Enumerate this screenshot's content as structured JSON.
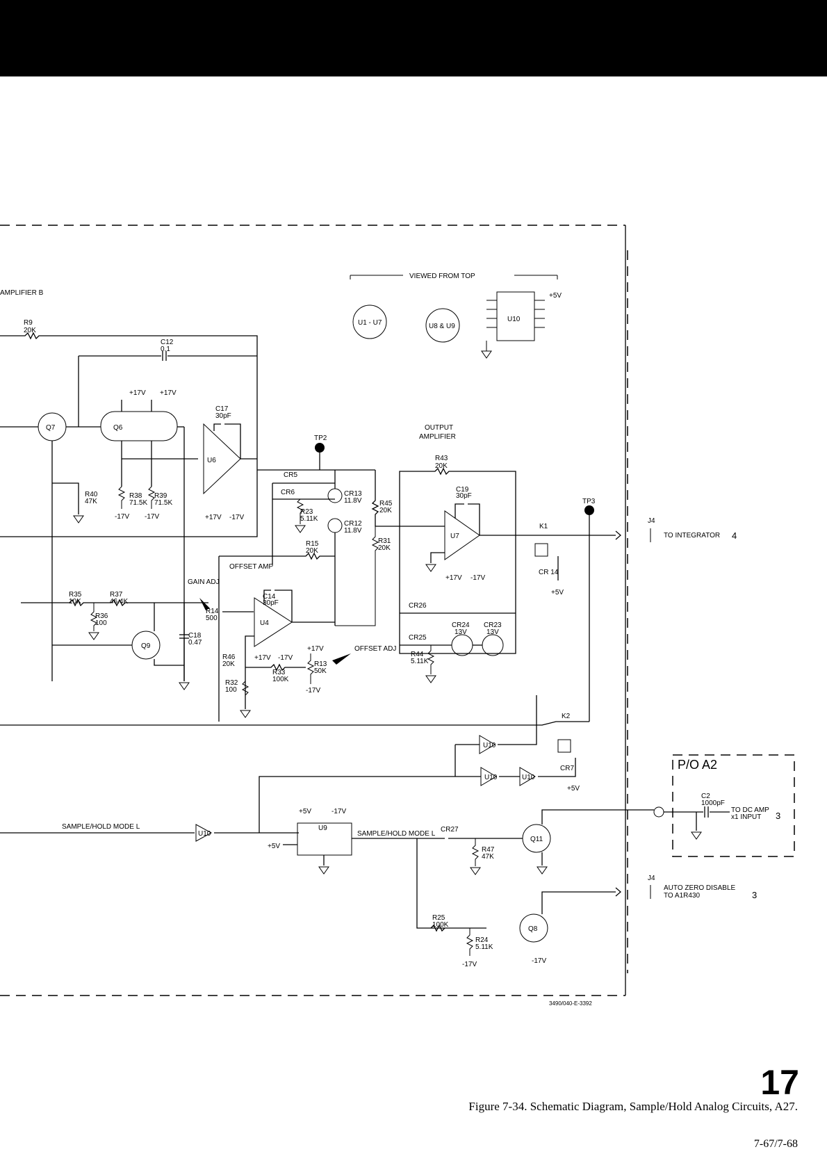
{
  "section_labels": {
    "amplifier": "AMPLIFIER  B",
    "viewed_from_top": "VIEWED  FROM  TOP",
    "output_amplifier_1": "OUTPUT",
    "output_amplifier_2": "AMPLIFIER",
    "offset_amp": "OFFSET  AMP",
    "gain_adj": "GAIN ADJ",
    "offset_adj": "OFFSET ADJ",
    "sample_hold_mode_1": "SAMPLE/HOLD  MODE  L",
    "sample_hold_mode_2": "SAMPLE/HOLD  MODE  L",
    "po_a2": "P/O A2",
    "drawing_number": "3490/040-E-3392"
  },
  "packages": {
    "u1_u7": "U1 - U7",
    "u8_u9": "U8 & U9",
    "u10": "U10",
    "plus5v": "+5V"
  },
  "components": {
    "r9": "R9",
    "r9_val": "20K",
    "c12": "C12",
    "c12_val": "0.1",
    "c17": "C17",
    "c17_val": "30pF",
    "q6": "Q6",
    "q7": "Q7",
    "u6": "U6",
    "r38": "R38",
    "r38_val": "71.5K",
    "r39": "R39",
    "r39_val": "71.5K",
    "r40": "R40",
    "r40_val": "47K",
    "tp2": "TP2",
    "tp3": "TP3",
    "cr5": "CR5",
    "cr6": "CR6",
    "cr13": "CR13",
    "cr13_val": "11.8V",
    "cr12": "CR12",
    "cr12_val": "11.8V",
    "r23": "R23",
    "r23_val": "5.11K",
    "r15": "R15",
    "r15_val": "20K",
    "r45": "R45",
    "r45_val": "20K",
    "r31": "R31",
    "r31_val": "20K",
    "r43": "R43",
    "r43_val": "20K",
    "c19": "C19",
    "c19_val": "30pF",
    "u7": "U7",
    "k1": "K1",
    "k2": "K2",
    "cr14": "CR 14",
    "r35": "R35",
    "r35_val": "10K",
    "r37": "R37",
    "r37_val": "46.4K",
    "r36": "R36",
    "r36_val": "100",
    "q9": "Q9",
    "c18": "C18",
    "c18_val": "0.47",
    "r14": "R14",
    "r14_val": "500",
    "c14": "C14",
    "c14_val": "30pF",
    "u4": "U4",
    "r46": "R46",
    "r46_val": "20K",
    "r33": "R33",
    "r33_val": "100K",
    "r13": "R13",
    "r13_val": "50K",
    "r32": "R32",
    "r32_val": "100",
    "cr26": "CR26",
    "cr25": "CR25",
    "cr24": "CR24",
    "cr24_val": "13V",
    "cr23": "CR23",
    "cr23_val": "13V",
    "r44": "R44",
    "r44_val": "5.11K",
    "cr7": "CR7",
    "u9": "U9",
    "cr27": "CR27",
    "q11": "Q11",
    "r47": "R47",
    "r47_val": "47K",
    "r25": "R25",
    "r25_val": "100K",
    "r24": "R24",
    "r24_val": "5.11K",
    "q8": "Q8",
    "c2": "C2",
    "c2_val": "1000pF",
    "u10": "U10"
  },
  "supplies": {
    "p17v": "+17V",
    "n17v": "-17V",
    "p5v": "+5V"
  },
  "connectors": {
    "j4": "J4",
    "to_integrator": "TO  INTEGRATOR",
    "to_integrator_sheet": "4",
    "auto_zero_1": "AUTO  ZERO  DISABLE",
    "auto_zero_2": "TO  A1R430",
    "auto_zero_sheet": "3",
    "to_dc_amp_1": "TO  DC  AMP",
    "to_dc_amp_2": "x1  INPUT",
    "to_dc_amp_sheet": "3"
  },
  "footer": {
    "page_number": "17",
    "caption": "Figure 7-34.  Schematic Diagram, Sample/Hold Analog Circuits, A27.",
    "page_ref": "7-67/7-68"
  }
}
